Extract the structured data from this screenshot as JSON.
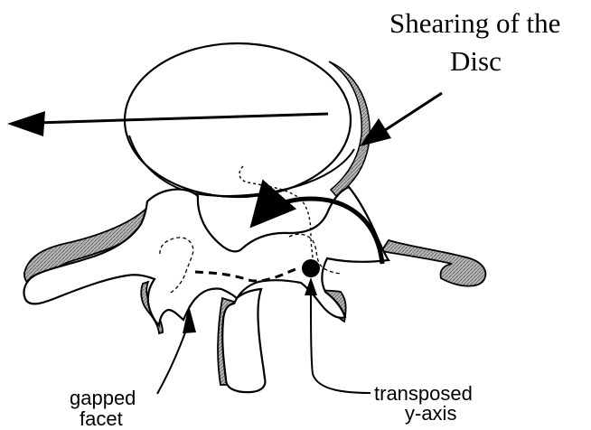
{
  "title": {
    "line1": "Shearing of the",
    "line2": "Disc"
  },
  "labels": {
    "gapped_facet_line1": "gapped",
    "gapped_facet_line2": "facet",
    "transposed_axis_line1": "transposed",
    "transposed_axis_line2": "y-axis"
  },
  "colors": {
    "line": "#000000",
    "fill": "#ffffff",
    "hatch": "#8a8a8a"
  }
}
